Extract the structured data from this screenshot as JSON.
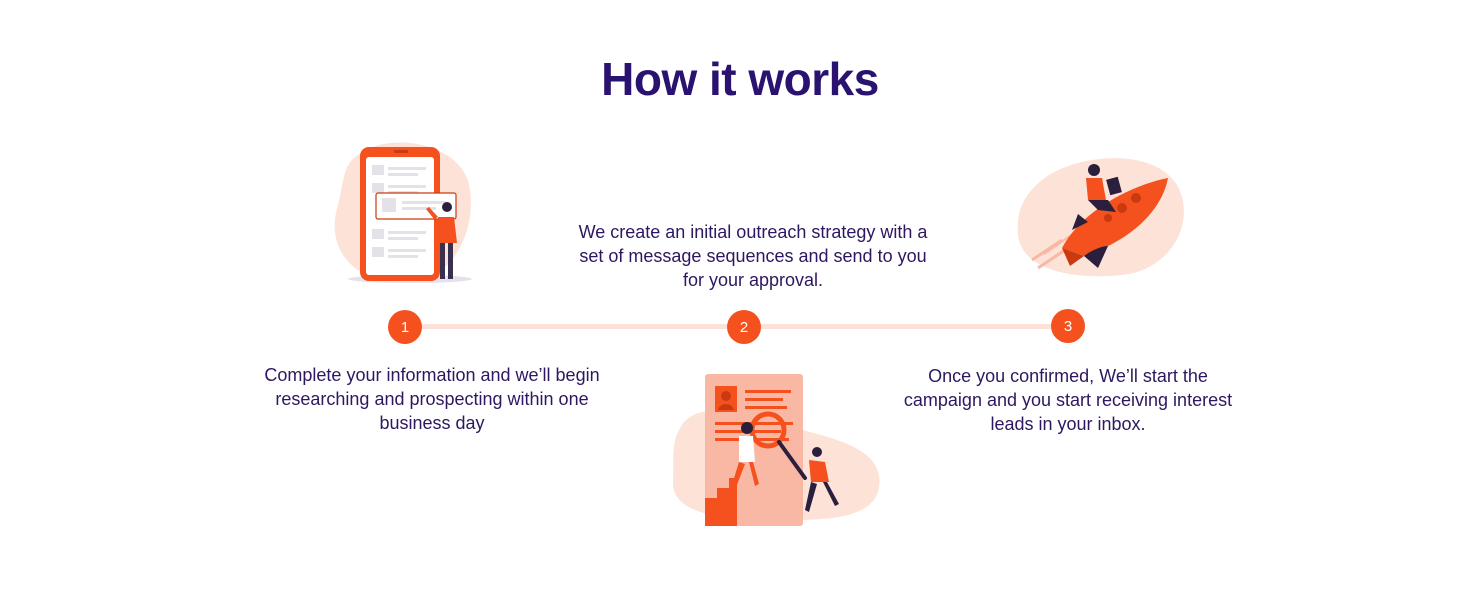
{
  "heading": "How it works",
  "steps": [
    {
      "number": "1",
      "text": "Complete your information and we’ll begin researching and prospecting within one business day"
    },
    {
      "number": "2",
      "text": "We create an initial outreach strategy with a set of message sequences and send to you for your approval."
    },
    {
      "number": "3",
      "text": "Once you confirmed, We’ll start the campaign and you start receiving interest leads in your inbox."
    }
  ],
  "colors": {
    "heading": "#2a1370",
    "body_text": "#2e1760",
    "accent": "#f4511e",
    "track": "#fbe1d8",
    "blob": "#fde2d8"
  },
  "icons": {
    "step1": "phone-with-person-icon",
    "step2": "magnifier-research-icon",
    "step3": "rocket-rider-icon"
  }
}
